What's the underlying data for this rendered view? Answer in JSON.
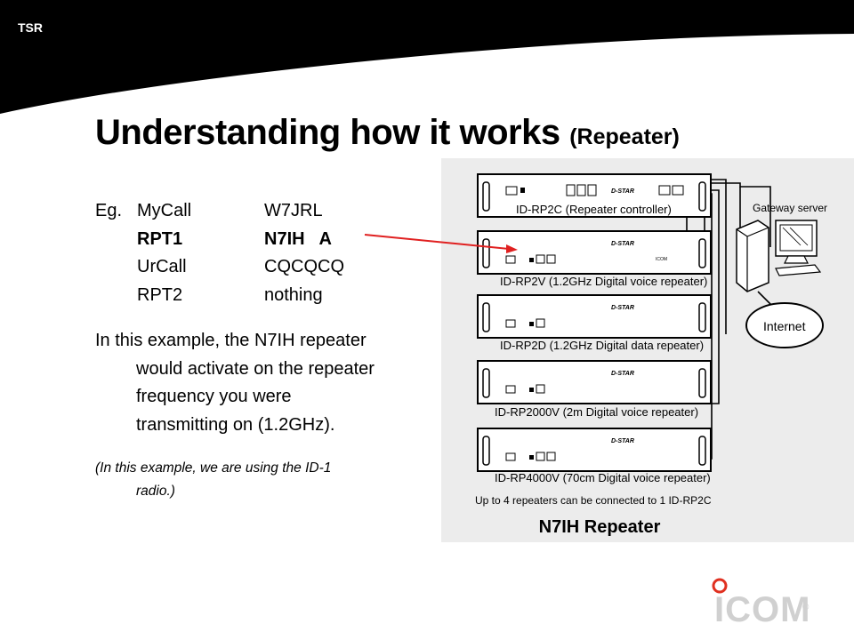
{
  "header": {
    "tag": "TSR"
  },
  "slide": {
    "title_main": "Understanding how it works",
    "title_sub": "(Repeater)"
  },
  "example": {
    "prefix": "Eg.",
    "rows": [
      {
        "label": "MyCall",
        "value": "W7JRL",
        "bold": false
      },
      {
        "label": "RPT1",
        "value": "N7IH   A",
        "bold": true
      },
      {
        "label": "UrCall",
        "value": "CQCQCQ",
        "bold": false
      },
      {
        "label": "RPT2",
        "value": "nothing",
        "bold": false
      }
    ]
  },
  "explanation": {
    "lines": [
      "In this example, the N7IH repeater",
      "would activate on the repeater",
      "frequency you were",
      "transmitting on (1.2GHz)."
    ]
  },
  "note": {
    "lines": [
      "(In this example, we are using the ID-1",
      "radio.)"
    ]
  },
  "diagram": {
    "units": [
      {
        "label": "ID-RP2C (Repeater controller)",
        "brand": "D-STAR"
      },
      {
        "label": "ID-RP2V (1.2GHz Digital voice repeater)",
        "brand": "D-STAR"
      },
      {
        "label": "ID-RP2D (1.2GHz Digital data repeater)",
        "brand": "D-STAR"
      },
      {
        "label": "ID-RP2000V (2m Digital voice repeater)",
        "brand": "D-STAR"
      },
      {
        "label": "ID-RP4000V (70cm Digital voice repeater)",
        "brand": "D-STAR"
      }
    ],
    "gateway_label": "Gateway server",
    "internet_label": "Internet",
    "footnote": "Up to 4 repeaters can be connected to 1 ID-RP2C",
    "caption": "N7IH Repeater"
  },
  "logo": {
    "text": "ICOM",
    "mark": "®"
  },
  "colors": {
    "arrow": "#e02020",
    "logo_ring": "#e03020",
    "header": "#000000"
  }
}
